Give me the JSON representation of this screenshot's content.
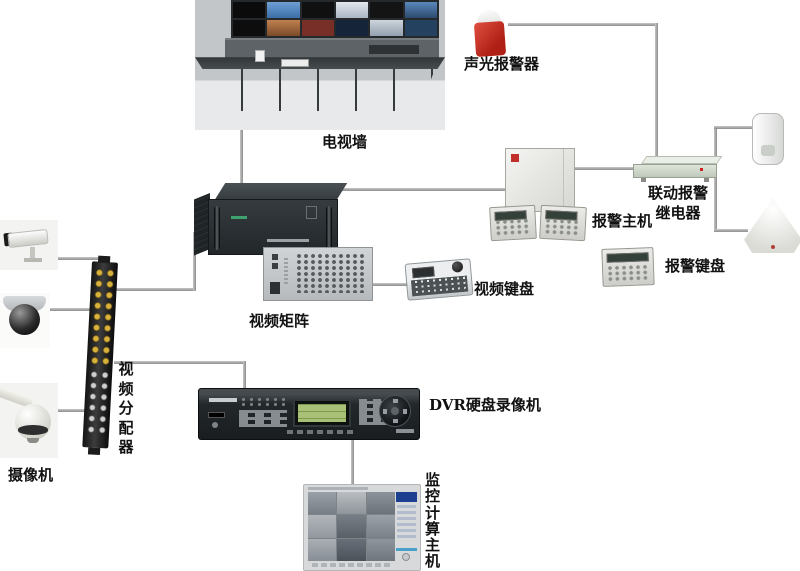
{
  "diagram_labels": {
    "tv_wall": "电视墙",
    "sound_light_alarm": "声光报警器",
    "alarm_host": "报警主机",
    "linkage_relay_line1": "联动报警",
    "linkage_relay_line2": "继电器",
    "alarm_keypad": "报警键盘",
    "video_keyboard": "视频键盘",
    "video_matrix": "视频矩阵",
    "video_distributor": "视频分配器",
    "camera": "摄像机",
    "dvr": "DVR硬盘录像机",
    "monitoring_host": "监控计算主机"
  },
  "colors": {
    "wire_gray": "#9e9e9e",
    "siren_red": "#b01f15",
    "bnc_yellow": "#d2a92f",
    "dvr_lcd_green": "#a9c176",
    "alarm_host_logo_red": "#c03028",
    "monitor_app_blue": "#1c3f8f"
  }
}
